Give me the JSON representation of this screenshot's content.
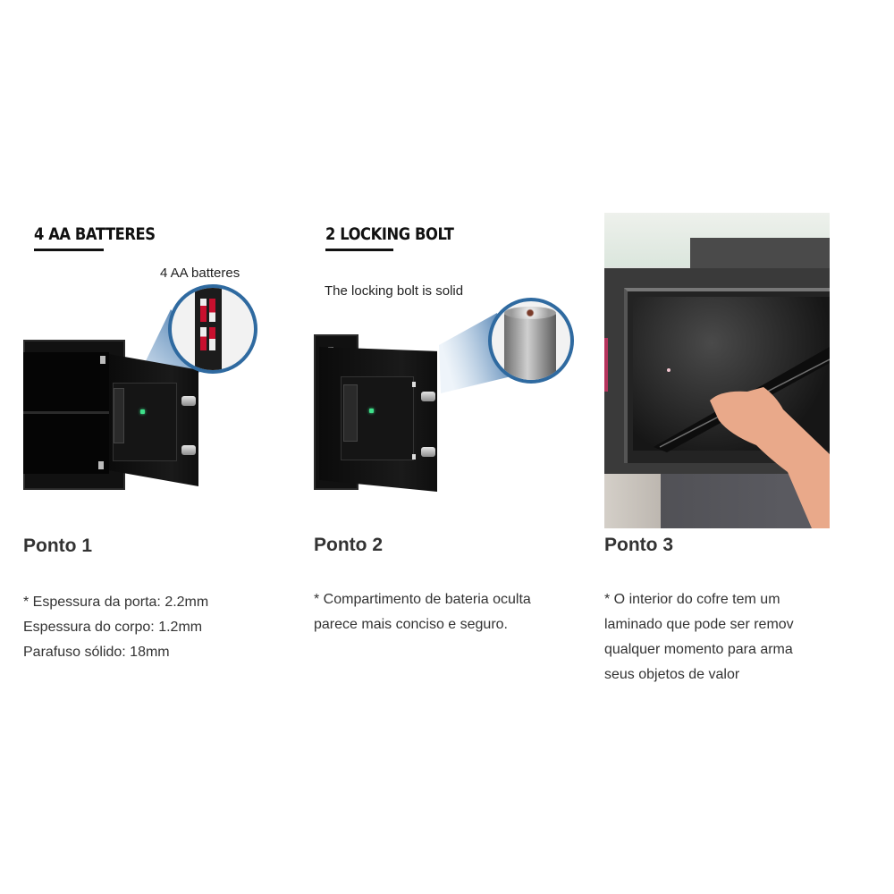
{
  "features": [
    {
      "image": {
        "heading": "4 AA BATTERES",
        "caption": "4 AA batteres",
        "subject": "open-safe-with-battery-compartment-callout"
      },
      "title": "Ponto 1",
      "lines": [
        "* Espessura da porta: 2.2mm",
        "Espessura do corpo: 1.2mm",
        "Parafuso sólido: 18mm"
      ]
    },
    {
      "image": {
        "heading": "2 LOCKING BOLT",
        "caption": "The locking bolt is solid",
        "subject": "open-safe-with-locking-bolt-callout"
      },
      "title": "Ponto 2",
      "lines": [
        "* Compartimento de bateria oculta",
        "parece mais conciso e seguro."
      ]
    },
    {
      "image": {
        "subject": "hand-removing-inner-panel-of-safe"
      },
      "title": "Ponto 3",
      "lines": [
        "* O interior do cofre tem um",
        "laminado que pode ser remov",
        "qualquer momento para arma",
        "seus objetos de valor"
      ]
    }
  ],
  "colors": {
    "text": "#333333",
    "heading_dark": "#111111",
    "callout_ring": "#2f6aa0",
    "led_green": "#3ee08a",
    "battery_red": "#c8102e"
  }
}
